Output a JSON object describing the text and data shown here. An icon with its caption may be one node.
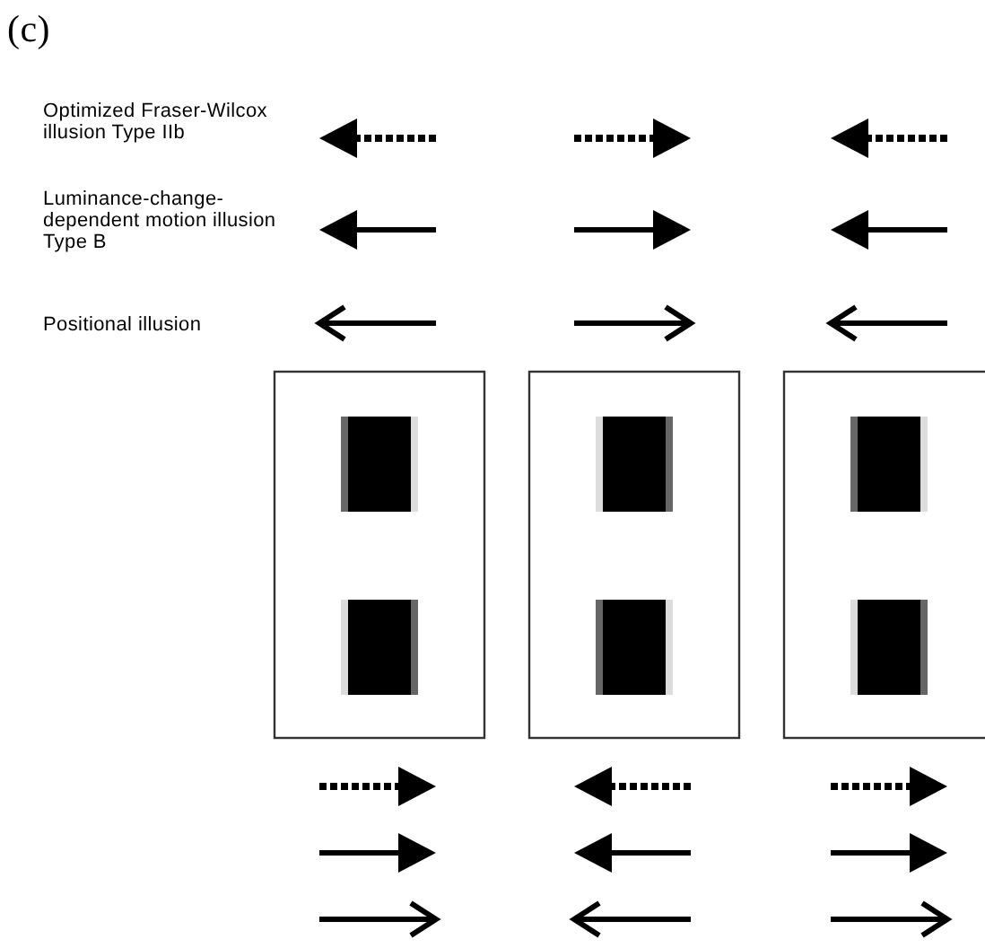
{
  "diagram": {
    "labels": [
      "(c)",
      "Optimized Fraser-Wilcox illusion Type IIb",
      "Luminance-change-dependent motion illusion Type B",
      "Positional illusion"
    ]
  }
}
